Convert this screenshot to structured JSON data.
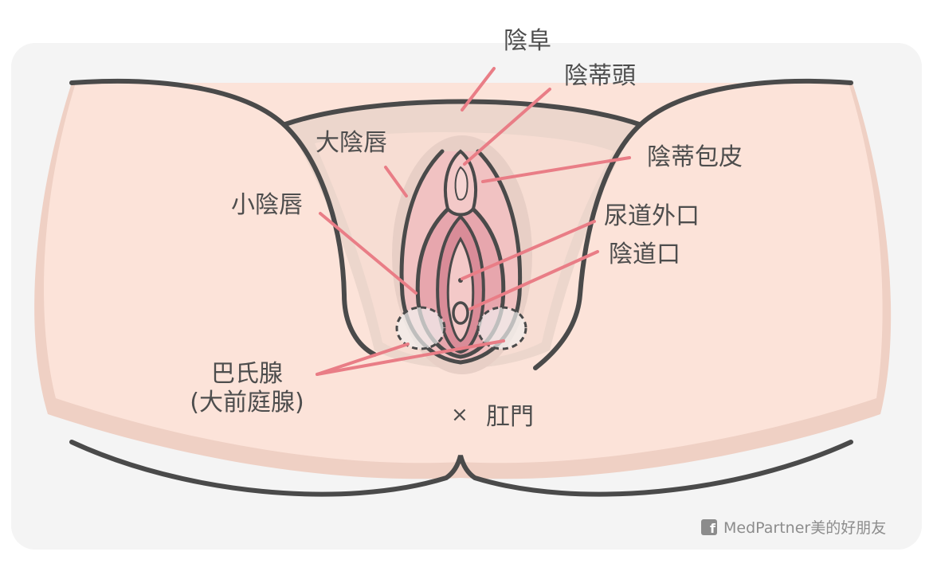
{
  "labels": {
    "mons_pubis": "陰阜",
    "clitoris_glans": "陰蒂頭",
    "labia_majora": "大陰唇",
    "clitoral_hood": "陰蒂包皮",
    "labia_minora": "小陰唇",
    "urethral_opening": "尿道外口",
    "vaginal_opening": "陰道口",
    "bartholin_line1": "巴氏腺",
    "bartholin_line2": "(大前庭腺)",
    "anus": "肛門",
    "anus_marker": "×"
  },
  "credit": {
    "icon": "facebook-icon",
    "text": "MedPartner美的好朋友"
  },
  "colors": {
    "background_panel": "#f4f4f4",
    "skin": "#fce3d9",
    "skin_shadow": "#efd0c4",
    "outline": "#4a4a4a",
    "leader_line": "#e97d86",
    "inner_pink": "#e7a6ad"
  }
}
